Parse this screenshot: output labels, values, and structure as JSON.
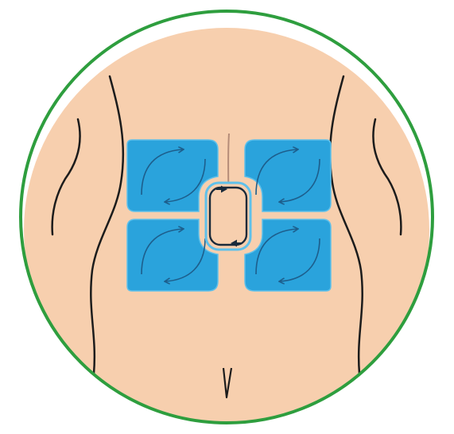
{
  "illustration": {
    "subject": "abdominal-pad-placement-icon",
    "colors": {
      "ring": "#2e9e3e",
      "skin": "#f7cfae",
      "outline": "#1c1c1c",
      "pad": "#2aa3dc",
      "pad_arrows": "#1d5e8c",
      "center_pad_outline": "#1a2a3a",
      "background": "#ffffff"
    },
    "pads": [
      "upper-left",
      "upper-right",
      "lower-left",
      "lower-right",
      "center"
    ]
  }
}
